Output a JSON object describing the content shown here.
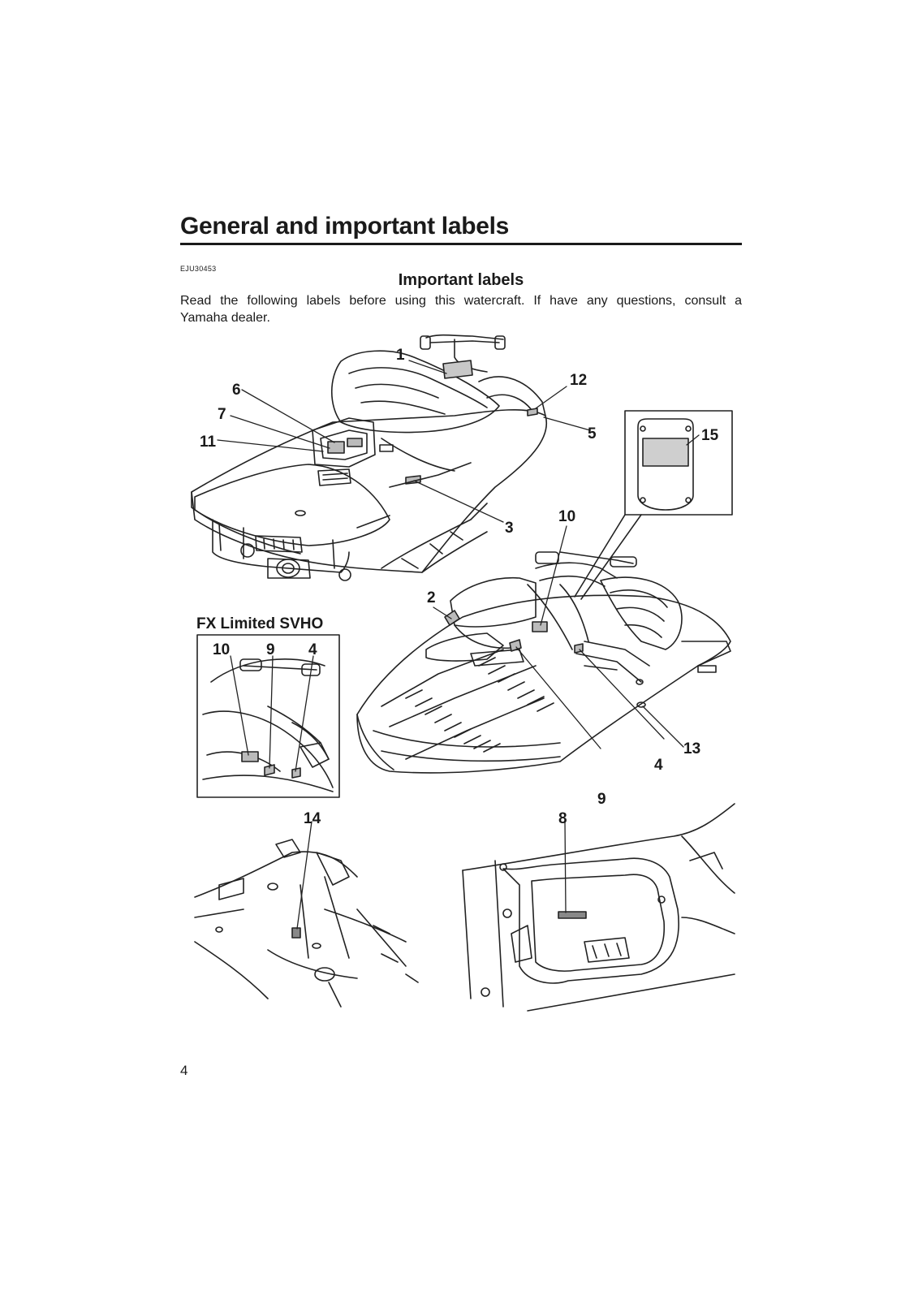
{
  "page": {
    "title": "General and important labels",
    "doc_code": "EJU30453",
    "section_heading": "Important labels",
    "intro_line1": "Read the following labels before using this watercraft. If have any questions, consult a",
    "intro_line2": "Yamaha dealer.",
    "page_number": "4"
  },
  "figure": {
    "inset_title": "FX Limited SVHO",
    "inset_callouts": [
      "10",
      "9",
      "4"
    ],
    "callouts": [
      "1",
      "2",
      "3",
      "4",
      "5",
      "6",
      "7",
      "8",
      "9",
      "10",
      "11",
      "12",
      "13",
      "14",
      "15"
    ]
  }
}
